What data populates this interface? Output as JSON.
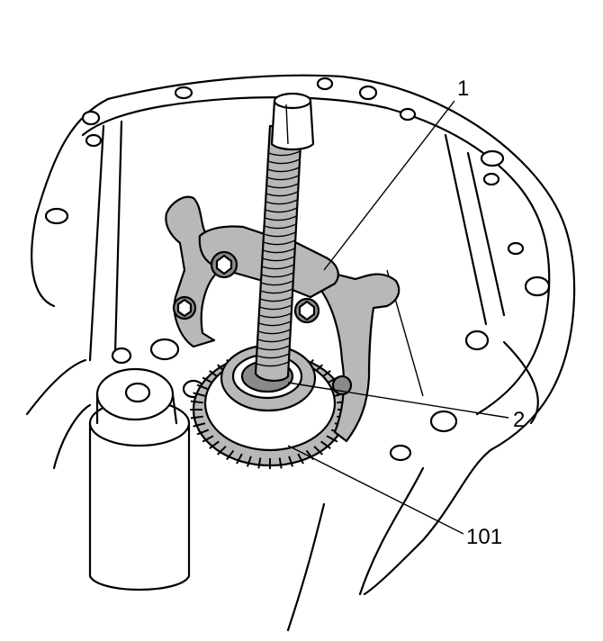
{
  "callouts": [
    {
      "id": "1",
      "label": "1"
    },
    {
      "id": "2",
      "label": "2"
    },
    {
      "id": "101",
      "label": "101"
    }
  ],
  "colors": {
    "ink": "#000000",
    "shade": "#b8b8b8",
    "dark_shade": "#8a8a8a",
    "background": "#ffffff"
  }
}
